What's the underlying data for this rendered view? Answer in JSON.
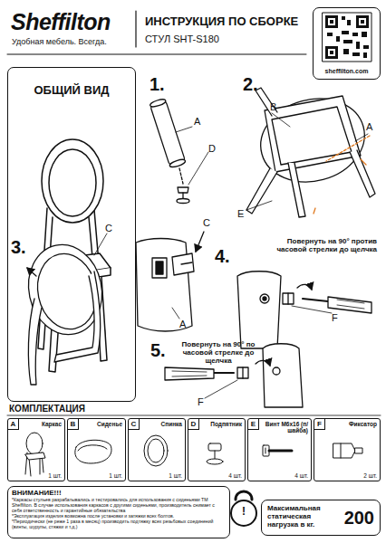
{
  "diagram": {
    "nodes": [
      {
        "text": [
          "sheffilton.com"
        ]
      },
      {
        "text": [
          "ОБЩИЙ ВИД"
        ]
      },
      {
        "text": [
          "A",
          "Каркас",
          "1 шт."
        ]
      },
      {
        "text": [
          "B",
          "Сиденье",
          "1 шт."
        ]
      },
      {
        "text": [
          "C",
          "Спинка",
          "1 шт."
        ]
      },
      {
        "text": [
          "D",
          "Подпятник",
          "4 шт."
        ]
      },
      {
        "text": [
          "E",
          "Винт М6х16 (п/шайба)",
          "4 шт."
        ]
      },
      {
        "text": [
          "F",
          "Фиксатор",
          "2 шт."
        ]
      },
      {
        "text": [
          "ВНИМАНИЕ!!!",
          "*Каркасы стульев разрабатывались и тестировались для использования с сиденьями ТМ Sheffilton. В случае использования каркасов с другими сиденьями, производитель снимает с себя ответственность и гарантийные обязательства",
          "*Эксплуатация изделия возможна после установки и затяжки всех болтов.",
          "*Периодически (не реже 1 раза в месяц) производить подтяжку всех резьбовых соединений (винты, шурупы, стяжки и т.д.)"
        ]
      },
      {
        "text": [
          "Максимальная статическая нагрузка в кг.",
          "200"
        ]
      }
    ],
    "labels": [
      "Sheffilton",
      "Удобная мебель. Всегда.",
      "ИНСТРУКЦИЯ ПО СБОРКЕ",
      "СТУЛ SHT-S180",
      "1.",
      "A",
      "D",
      "2.",
      "B",
      "A",
      "E",
      "3.",
      "C",
      "C",
      "A",
      "4.",
      "Повернуть на 90° против часовой стрелки до щелчка",
      "F",
      "5.",
      "Повернуть на 90° по часовой стрелке до щелчка",
      "F",
      "КОМПЛЕКТАЦИЯ",
      "!"
    ]
  }
}
